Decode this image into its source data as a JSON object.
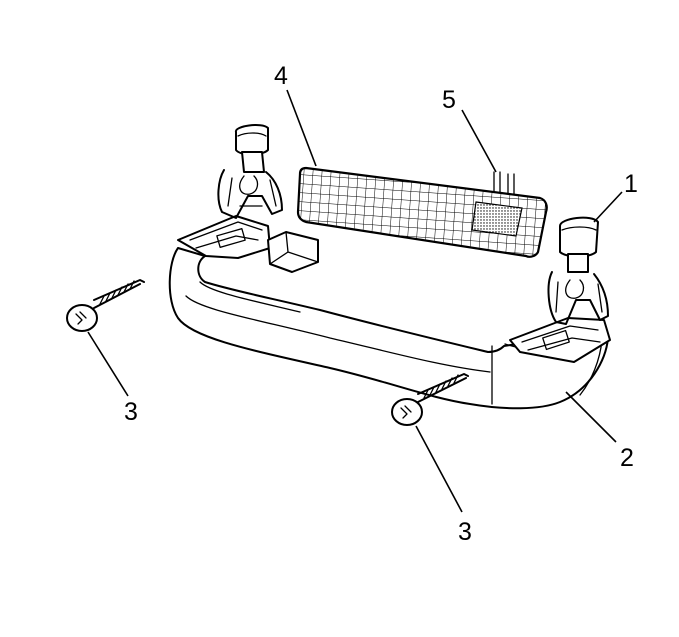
{
  "callouts": {
    "handle_assist": "1",
    "handle_body": "2",
    "screw_left": "3",
    "screw_right": "3",
    "lens_light": "4",
    "wire_connector": "5"
  }
}
